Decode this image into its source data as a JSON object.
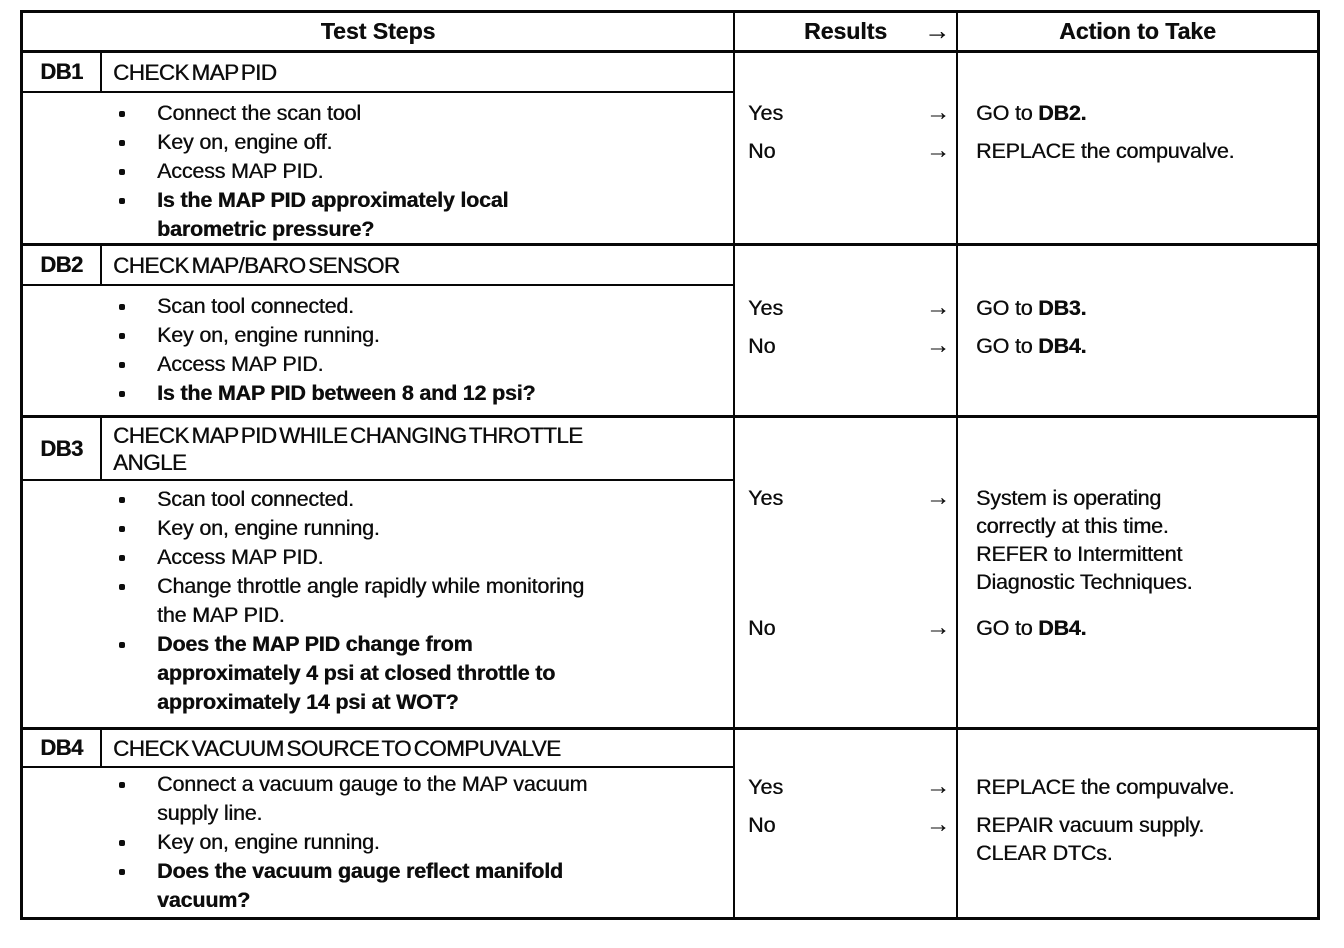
{
  "page": {
    "paper_color": "#ffffff",
    "ink_color": "#0d0d0d"
  },
  "table": {
    "header": {
      "test_steps": "Test Steps",
      "results": "Results",
      "arrow": "→",
      "action": "Action to Take"
    },
    "blocks": [
      {
        "id": "DB1",
        "title_lines": [
          "CHECK MAP PID"
        ],
        "steps": [
          {
            "bold": false,
            "lines": [
              "Connect the scan tool"
            ]
          },
          {
            "bold": false,
            "lines": [
              "Key on, engine off."
            ]
          },
          {
            "bold": false,
            "lines": [
              "Access MAP PID."
            ]
          },
          {
            "bold": true,
            "lines": [
              "Is the MAP PID approximately local",
              "barometric  pressure?"
            ]
          }
        ],
        "results": [
          {
            "label": "Yes",
            "arrow": "→",
            "action_lines": [
              [
                {
                  "t": "GO to ",
                  "b": false
                },
                {
                  "t": "DB2.",
                  "b": true
                }
              ]
            ]
          },
          {
            "label": "No",
            "arrow": "→",
            "action_lines": [
              [
                {
                  "t": "REPLACE the compuvalve.",
                  "b": false
                }
              ]
            ]
          }
        ]
      },
      {
        "id": "DB2",
        "title_lines": [
          "CHECK MAP/BARO SENSOR"
        ],
        "steps": [
          {
            "bold": false,
            "lines": [
              "Scan tool connected."
            ]
          },
          {
            "bold": false,
            "lines": [
              "Key on, engine running."
            ]
          },
          {
            "bold": false,
            "lines": [
              "Access MAP PID."
            ]
          },
          {
            "bold": true,
            "lines": [
              "Is the MAP PID between 8 and 12 psi?"
            ]
          }
        ],
        "results": [
          {
            "label": "Yes",
            "arrow": "→",
            "action_lines": [
              [
                {
                  "t": "GO to ",
                  "b": false
                },
                {
                  "t": "DB3.",
                  "b": true
                }
              ]
            ]
          },
          {
            "label": "No",
            "arrow": "→",
            "action_lines": [
              [
                {
                  "t": "GO to ",
                  "b": false
                },
                {
                  "t": "DB4.",
                  "b": true
                }
              ]
            ]
          }
        ]
      },
      {
        "id": "DB3",
        "title_lines": [
          "CHECK MAP PID WHILE CHANGING THROTTLE",
          "ANGLE"
        ],
        "steps": [
          {
            "bold": false,
            "lines": [
              "Scan tool connected."
            ]
          },
          {
            "bold": false,
            "lines": [
              "Key on, engine running."
            ]
          },
          {
            "bold": false,
            "lines": [
              "Access MAP PID."
            ]
          },
          {
            "bold": false,
            "lines": [
              "Change throttle angle rapidly while monitoring",
              "the MAP PID."
            ]
          },
          {
            "bold": true,
            "lines": [
              "Does the MAP PID change from",
              "approximately 4 psi at closed throttle to",
              "approximately 14 psi at WOT?"
            ]
          }
        ],
        "results": [
          {
            "label": "Yes",
            "arrow": "→",
            "action_lines": [
              [
                {
                  "t": "System is operating",
                  "b": false
                }
              ],
              [
                {
                  "t": "correctly at this time.",
                  "b": false
                }
              ],
              [
                {
                  "t": "REFER to Intermittent",
                  "b": false
                }
              ],
              [
                {
                  "t": "Diagnostic  Techniques.",
                  "b": false
                }
              ]
            ]
          },
          {
            "label": "No",
            "arrow": "→",
            "action_lines": [
              [
                {
                  "t": "GO to ",
                  "b": false
                },
                {
                  "t": "DB4.",
                  "b": true
                }
              ]
            ]
          }
        ]
      },
      {
        "id": "DB4",
        "title_lines": [
          "CHECK VACUUM SOURCE TO COMPUVALVE"
        ],
        "steps": [
          {
            "bold": false,
            "lines": [
              "Connect a vacuum gauge to the MAP vacuum",
              "supply  line."
            ]
          },
          {
            "bold": false,
            "lines": [
              "Key on, engine running."
            ]
          },
          {
            "bold": true,
            "lines": [
              "Does the vacuum gauge reflect manifold",
              "vacuum?"
            ]
          }
        ],
        "results": [
          {
            "label": "Yes",
            "arrow": "→",
            "action_lines": [
              [
                {
                  "t": "REPLACE the compuvalve.",
                  "b": false
                }
              ]
            ]
          },
          {
            "label": "No",
            "arrow": "→",
            "action_lines": [
              [
                {
                  "t": "REPAIR vacuum supply.",
                  "b": false
                }
              ],
              [
                {
                  "t": "CLEAR DTCs.",
                  "b": false
                }
              ]
            ]
          }
        ]
      }
    ]
  }
}
